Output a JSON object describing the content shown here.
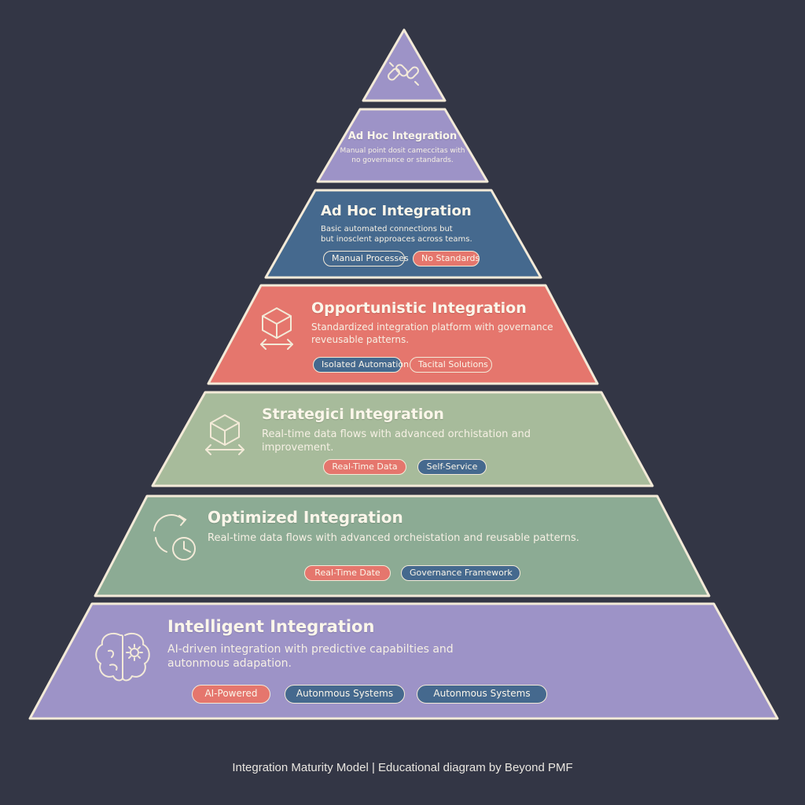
{
  "colors": {
    "background": "#333645",
    "outline": "#f3ead8",
    "purple": "#9d93c7",
    "blue": "#45698e",
    "coral": "#e5766d",
    "sage": "#a7bb9b",
    "green": "#8cab94",
    "tag_coral": "#e5766d",
    "tag_blue": "#45698e"
  },
  "tiers": [
    {
      "title": "",
      "description": "",
      "icon": "broken-chain-icon",
      "tags": []
    },
    {
      "title": "Ad Hoc Integration",
      "description": "Manual point dosit cameccitas with\nno governance or standards.",
      "icon": "",
      "tags": []
    },
    {
      "title": "Ad Hoc Integration",
      "description": "Basic automated connections but\nbut inosclent approaces across teams.",
      "icon": "",
      "tags": [
        {
          "label": "Manual Processes",
          "color": "blue"
        },
        {
          "label": "No Standards",
          "color": "coral"
        }
      ]
    },
    {
      "title": "Opportunistic Integration",
      "description": "Standardized integration platform with governance\nreveusable patterns.",
      "icon": "cube-arrows-icon",
      "tags": [
        {
          "label": "Isolated Automation",
          "color": "blue"
        },
        {
          "label": "Tacital Solutions",
          "color": "coral"
        }
      ]
    },
    {
      "title": "Strategici Integration",
      "description": "Real-time data flows with advanced orchistation and\nimprovement.",
      "icon": "cube-arrows-icon",
      "tags": [
        {
          "label": "Real-Time Data",
          "color": "coral"
        },
        {
          "label": "Self-Service",
          "color": "blue"
        }
      ]
    },
    {
      "title": "Optimized Integration",
      "description": "Real-time data flows with advanced orcheistation and reusable patterns.",
      "icon": "cycle-clock-icon",
      "tags": [
        {
          "label": "Real-Time Date",
          "color": "coral"
        },
        {
          "label": "Governance Framework",
          "color": "blue"
        }
      ]
    },
    {
      "title": "Intelligent Integration",
      "description": "AI-driven integration with predictive capabilties and\nautonmous adapation.",
      "icon": "brain-gear-icon",
      "tags": [
        {
          "label": "AI-Powered",
          "color": "coral"
        },
        {
          "label": "Autonmous Systems",
          "color": "blue"
        },
        {
          "label": "Autonmous Systems",
          "color": "blue"
        }
      ]
    }
  ],
  "caption": "Integration Maturity Model | Educational diagram by Beyond PMF"
}
